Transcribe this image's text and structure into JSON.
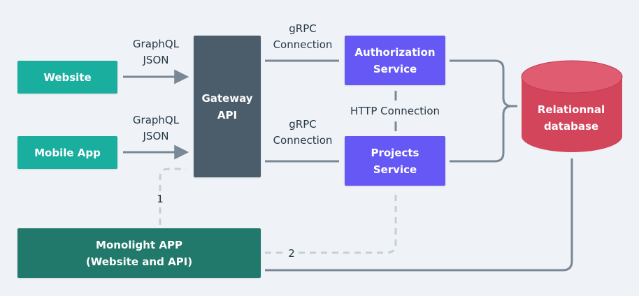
{
  "nodes": {
    "website": "Website",
    "mobile_app": "Mobile App",
    "gateway": [
      "Gateway",
      "API"
    ],
    "authorization": [
      "Authorization",
      "Service"
    ],
    "projects": [
      "Projects",
      "Service"
    ],
    "monolith": [
      "Monolight APP",
      "(Website and API)"
    ],
    "database": [
      "Relationnal",
      "database"
    ]
  },
  "edge_labels": {
    "website_to_gateway": [
      "GraphQL",
      "JSON"
    ],
    "mobile_to_gateway": [
      "GraphQL",
      "JSON"
    ],
    "gateway_to_auth": [
      "gRPC",
      "Connection"
    ],
    "gateway_to_projects": [
      "gRPC",
      "Connection"
    ],
    "auth_to_projects": "HTTP Connection",
    "monolith_to_gateway": "1",
    "monolith_to_projects": "2"
  },
  "colors": {
    "client_nodes": "#1aae9f",
    "monolith": "#20796a",
    "gateway": "#4b5c6b",
    "services": "#6558f5",
    "database": "#d3455b",
    "solid_connector": "#788896",
    "dashed_connector": "#c3cfd9",
    "background": "#eff3f7"
  }
}
